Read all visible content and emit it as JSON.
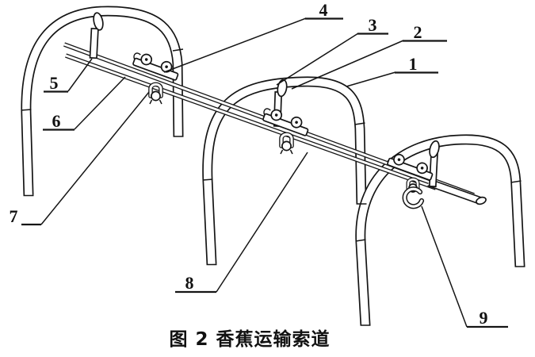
{
  "figure": {
    "caption": "图 2 香蕉运输索道"
  },
  "callouts": [
    {
      "label": "1"
    },
    {
      "label": "2"
    },
    {
      "label": "3"
    },
    {
      "label": "4"
    },
    {
      "label": "5"
    },
    {
      "label": "6"
    },
    {
      "label": "7"
    },
    {
      "label": "8"
    },
    {
      "label": "9"
    }
  ],
  "drawing": {
    "ink_color": "#151515",
    "background_color": "#ffffff"
  }
}
